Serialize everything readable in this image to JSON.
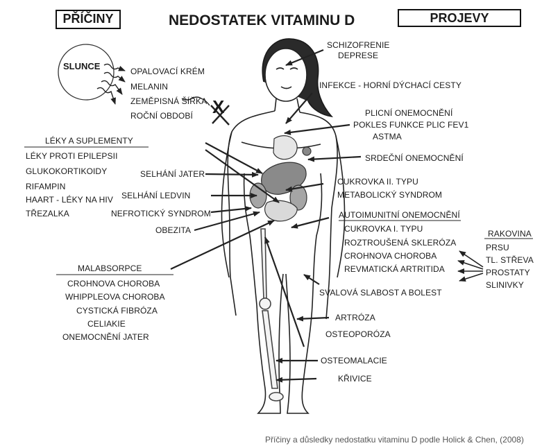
{
  "title": "NEDOSTATEK VITAMINU D",
  "left_header": "PŘÍČINY",
  "right_header": "PROJEVY",
  "sun": {
    "label": "SLUNCE",
    "factors": [
      "OPALOVACÍ KRÉM",
      "MELANIN",
      "ZEMĚPISNÁ ŠÍŘKA",
      "ROČNÍ OBDOBÍ"
    ],
    "blocked_mark": "X"
  },
  "drugs": {
    "header": "LÉKY A SUPLEMENTY",
    "items": [
      "LÉKY PROTI EPILEPSII",
      "GLUKOKORTIKOIDY",
      "RIFAMPIN",
      "HAART - LÉKY NA HIV",
      "TŘEZALKA"
    ]
  },
  "organ_causes": [
    "SELHÁNÍ JATER",
    "SELHÁNÍ LEDVIN",
    "NEFROTICKÝ SYNDROM",
    "OBEZITA"
  ],
  "malabsorption": {
    "header": "MALABSORPCE",
    "items": [
      "CROHNOVA CHOROBA",
      "WHIPPLEOVA CHOROBA",
      "CYSTICKÁ FIBRÓZA",
      "CELIAKIE",
      "ONEMOCNĚNÍ JATER"
    ]
  },
  "effects": {
    "schizo": [
      "SCHIZOFRENIE",
      "DEPRESE"
    ],
    "infection": "INFEKCE - HORNÍ DÝCHACÍ CESTY",
    "lung": [
      "PLICNÍ ONEMOCNĚNÍ",
      "POKLES FUNKCE PLIC FEV1",
      "ASTMA"
    ],
    "heart": "SRDEČNÍ ONEMOCNĚNÍ",
    "diabetes2": [
      "CUKROVKA II. TYPU",
      "METABOLICKÝ SYNDROM"
    ],
    "autoimmune": {
      "header": "AUTOIMUNITNÍ ONEMOCNĚNÍ",
      "items": [
        "CUKROVKA I. TYPU",
        "ROZTROUŠENÁ SKLERÓZA",
        "CROHNOVA CHOROBA",
        "REVMATICKÁ ARTRITIDA"
      ]
    },
    "muscle": "SVALOVÁ SLABOST A BOLEST",
    "bones": [
      "ARTRÓZA",
      "OSTEOPORÓZA",
      "OSTEOMALACIE",
      "KŘIVICE"
    ]
  },
  "cancer": {
    "header": "RAKOVINA",
    "items": [
      "PRSU",
      "TL. STŘEVA",
      "PROSTATY",
      "SLINIVKY"
    ]
  },
  "caption": "Příčiny a důsledky nedostatku vitaminu D podle Holick & Chen, (2008)"
}
